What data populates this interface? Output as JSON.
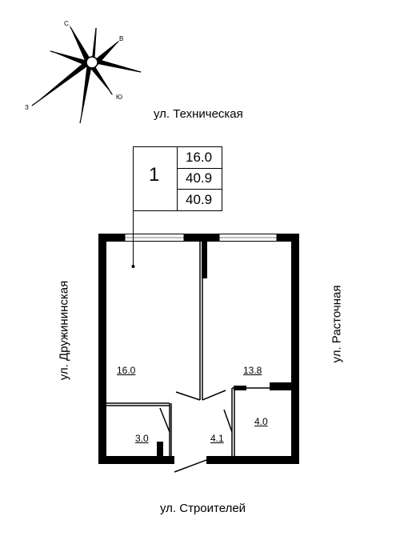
{
  "compass": {
    "north": "С",
    "east": "В",
    "south": "Ю",
    "west": "З"
  },
  "streets": {
    "top": "ул. Техническая",
    "bottom": "ул. Строителей",
    "left": "ул. Дружининская",
    "right": "ул. Расточная"
  },
  "apartment_table": {
    "number": "1",
    "values": [
      "16.0",
      "40.9",
      "40.9"
    ]
  },
  "rooms": [
    {
      "area": "16.0"
    },
    {
      "area": "13.8"
    },
    {
      "area": "3.0"
    },
    {
      "area": "4.1"
    },
    {
      "area": "4.0"
    }
  ]
}
